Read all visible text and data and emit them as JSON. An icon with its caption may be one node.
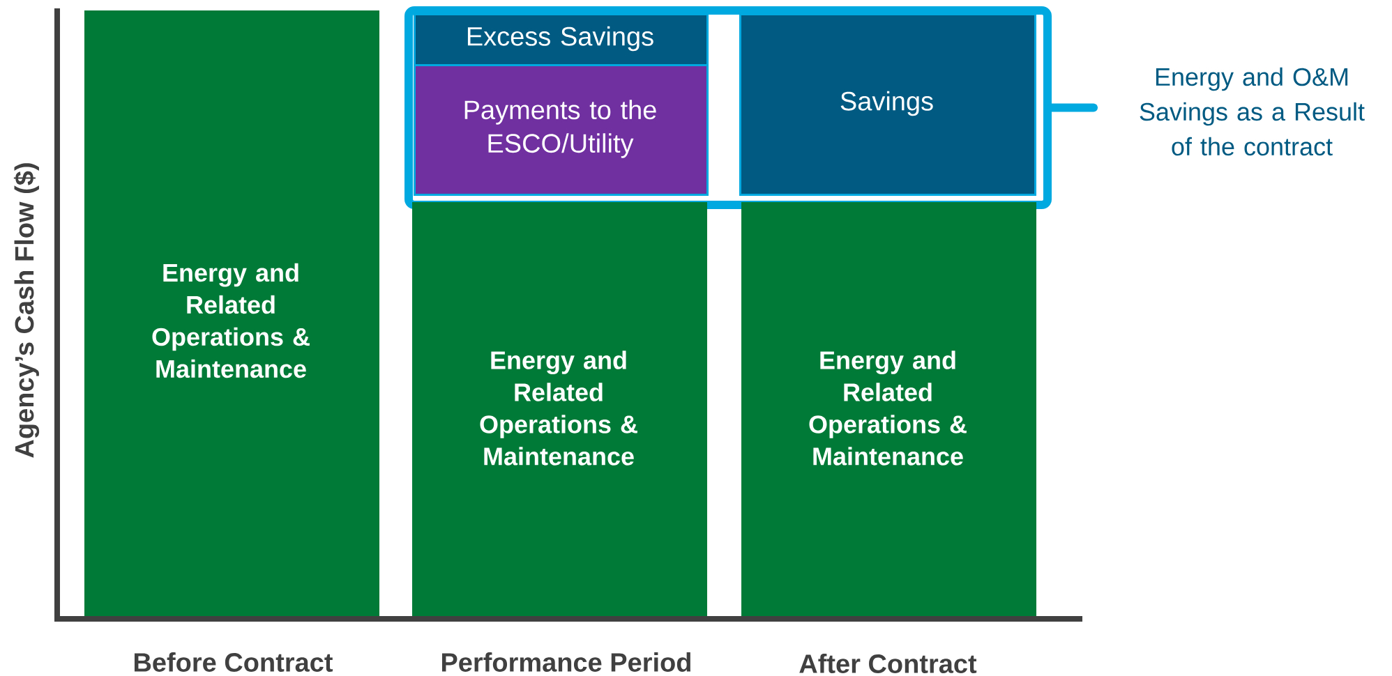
{
  "diagram": {
    "nodes": [
      {
        "text": [
          "Energy and Related Operations & Maintenance"
        ]
      },
      {
        "text": [],
        "shape": "box",
        "beside": [
          "Energy and O&M Savings as a Result of the contract"
        ]
      },
      {
        "text": [
          "Excess Savings"
        ],
        "in": 1
      },
      {
        "text": [
          "Payments to the ESCO/Utility"
        ],
        "in": 1
      },
      {
        "text": [
          "Savings"
        ],
        "in": 1
      },
      {
        "text": [
          "Energy and Related Operations & Maintenance"
        ]
      },
      {
        "text": [
          "Energy and Related Operations & Maintenance"
        ]
      }
    ],
    "edges": [],
    "labels": [
      "Agency’s Cash Flow ($)",
      "Before Contract",
      "Performance Period",
      "After Contract"
    ]
  }
}
